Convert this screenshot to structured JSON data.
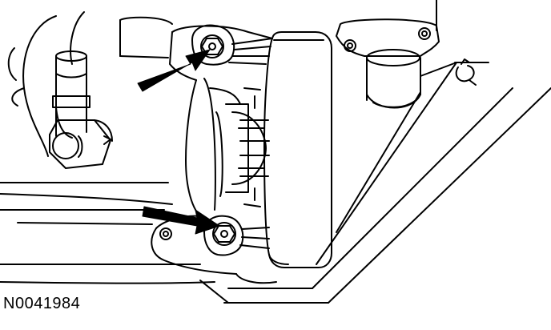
{
  "figure": {
    "id_label": "N0041984"
  },
  "colors": {
    "ink": "#000000",
    "paper": "#ffffff"
  },
  "callouts": [
    {
      "icon": "arrow-icon",
      "points_to": "upper-caliper-bolt"
    },
    {
      "icon": "arrow-icon",
      "points_to": "lower-caliper-bolt"
    }
  ]
}
